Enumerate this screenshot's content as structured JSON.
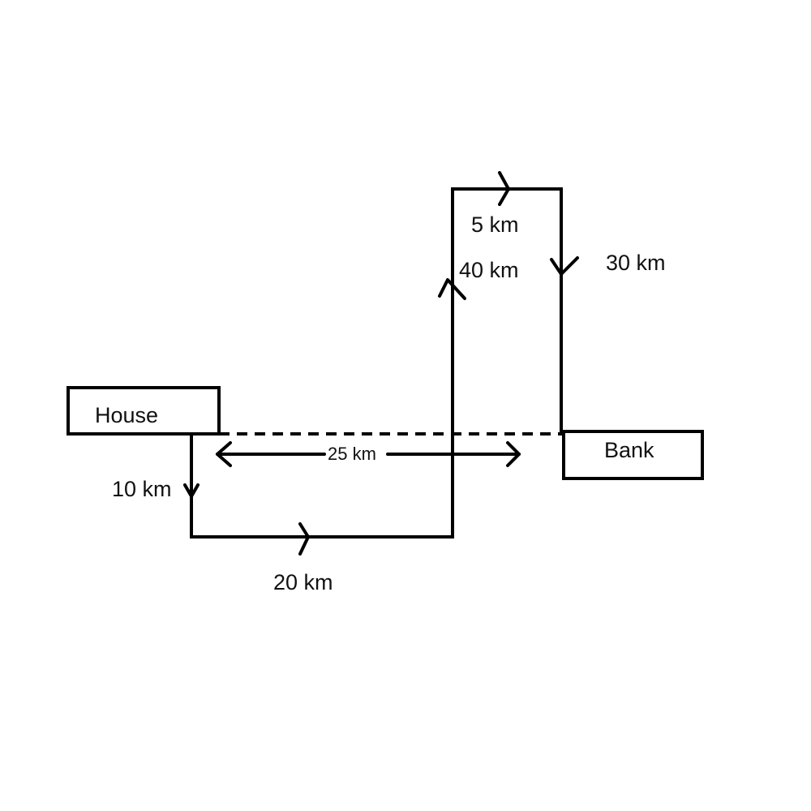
{
  "places": {
    "house": "House",
    "bank": "Bank"
  },
  "segments": {
    "down": "10 km",
    "east": "20 km",
    "north": "40 km",
    "top": "5 km",
    "south": "30 km"
  },
  "displacement": {
    "label": "25 km"
  },
  "colors": {
    "stroke": "#000000",
    "text": "#111111"
  }
}
